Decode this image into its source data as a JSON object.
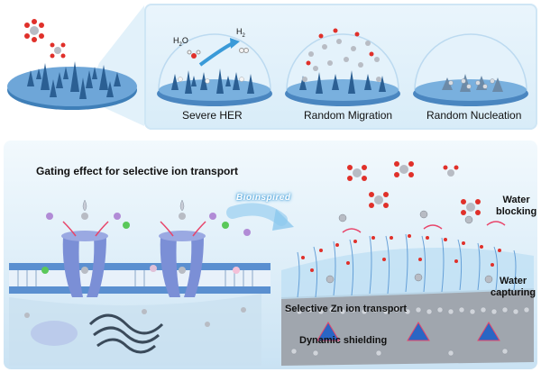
{
  "top_panel": {
    "labels": [
      "Severe HER",
      "Random Migration",
      "Random Nucleation"
    ],
    "molecule_labels": {
      "water": "H",
      "water_sub": "2",
      "water_o": "O",
      "hydrogen": "H",
      "hydrogen_sub": "2"
    }
  },
  "bottom_panel": {
    "title": "Gating effect for selective ion transport",
    "bioinspired": "Bioinspired",
    "labels": {
      "water_blocking_1": "Water",
      "water_blocking_2": "blocking",
      "water_capturing_1": "Water",
      "water_capturing_2": "capturing",
      "selective_transport": "Selective Zn ion transport",
      "dynamic_shielding": "Dynamic shielding"
    }
  },
  "colors": {
    "electrode": "#3f7fb8",
    "spike": "#2b5f93",
    "bubble": "#d8ecf8",
    "oxygen": "#e0302a",
    "hydrogen": "#f4f4f4",
    "zinc": "#b8bcc4",
    "membrane": "#5a8fd0",
    "channel": "#7b8fd6",
    "arrow_pink": "#e8456a",
    "shield": "#2a66c4"
  }
}
